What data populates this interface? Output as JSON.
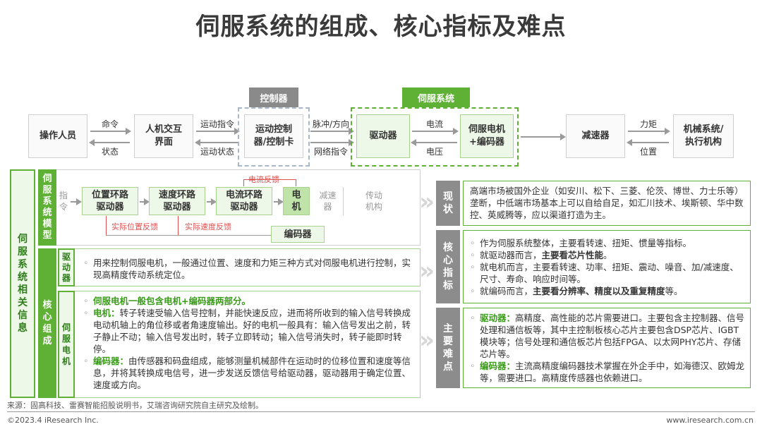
{
  "title": "伺服系统的组成、核心指标及难点",
  "flow": {
    "operator": "操作人员",
    "hmi": "人机交互\n界面",
    "cmd": "命令",
    "status": "状态",
    "controller_header": "控制器",
    "controller_box": "运动控制\n器/控制卡",
    "motion_cmd": "运动指令",
    "motion_status": "运动状态",
    "pulse_dir": "脉冲/方向",
    "net_cmd": "网络指令",
    "servo_header": "伺服系统",
    "driver": "驱动器",
    "current": "电流",
    "voltage": "电压",
    "motor_encoder": "伺服电机\n+编码器",
    "reducer": "减速器",
    "torque": "力矩",
    "position": "位置",
    "mech": "机械系统/\n执行机构"
  },
  "left": {
    "outer_label": "伺\n服\n系\n统\n相\n关\n信\n息",
    "model_label": "伺\n服\n系\n统\n模\n型",
    "model": {
      "cmd": "指\n令",
      "pos_loop": "位置环路\n驱动器",
      "speed_loop": "速度环路\n驱动器",
      "current_loop": "电流环路\n驱动器",
      "motor": "电\n机",
      "reducer": "减速\n器",
      "transmission": "传动\n机构",
      "encoder": "编码器",
      "current_fb": "电流反馈",
      "pos_fb": "实际位置反馈",
      "speed_fb": "实际速度反馈"
    },
    "core_label": "核\n心\n组\n成",
    "driver_label": "驱\n动\n器",
    "driver_text": "用来控制伺服电机，一般通过位置、速度和力矩三种方式对伺服电机进行控制，实现高精度传动系统定位。",
    "motor_label": "伺\n服\n电\n机",
    "motor_line1": "伺服电机一般包含电机+编码器两部分。",
    "motor_line2_key": "电机：",
    "motor_line2": "转子转速受输入信号控制，并能快速反应，进而将所收到的输入信号转换成电动机轴上的角位移或者角速度输出。好的电机一般具有：输入信号发出之前，转子静止不动；输入信号发出时，转子立即转动；输入信号消失时，转子能即时转停。",
    "motor_line3_key": "编码器：",
    "motor_line3": "由传感器和码盘组成，能够测量机械部件在运动时的位移位置和速度等信息，并将其转换成电信号，进一步发送反馈信号给驱动器，驱动器用于确定位置、速度或方向。"
  },
  "right": {
    "status_label": "现\n状",
    "status_text": "高端市场被国外企业（如安川、松下、三菱、伦茨、博世、力士乐等）垄断，中低端市场基本上可以自给自足，如汇川技术、埃斯顿、华中数控、英威腾等，应以渠道打造为主。",
    "index_label": "核\n心\n指\n标",
    "index_1": "作为伺服系统整体，主要看转速、扭矩、惯量等指标。",
    "index_2_pre": "就驱动器而言，",
    "index_2_bold": "主要看芯片性能",
    "index_2_post": "。",
    "index_3": "就电机而言，主要看转速、功率、扭矩、震动、噪音、加/减速度、尺寸、寿命、响应时间等。",
    "index_4_pre": "就编码而言，",
    "index_4_bold": "主要看分辨率、精度以及重复精度",
    "index_4_post": "等。",
    "diff_label": "主\n要\n难\n点",
    "diff_1_key": "驱动器：",
    "diff_1": "高精度、高性能的芯片需要进口。主要包含主控制器、信号处理和通信板等，其中主控制板核心芯片主要包含DSP芯片、IGBT模块等；信号处理和通信板芯片包括FPGA、以太网PHY芯片、存储芯片等。",
    "diff_2_key": "编码器：",
    "diff_2": "主流高精度编码器技术掌握在外企手中，如海德汉、欧姆龙等，需要进口。高精度传感器也依赖进口。"
  },
  "footer": {
    "source": "来源：固高科技、雷赛智能招股说明书，艾瑞咨询研究院自主研究及绘制。",
    "copyright": "©2023.4 iResearch Inc.",
    "site": "www.iresearch.com.cn"
  },
  "colors": {
    "accent_green": "#5eb135",
    "label_gray": "#8c8c8c",
    "feedback_red": "#e05050"
  }
}
